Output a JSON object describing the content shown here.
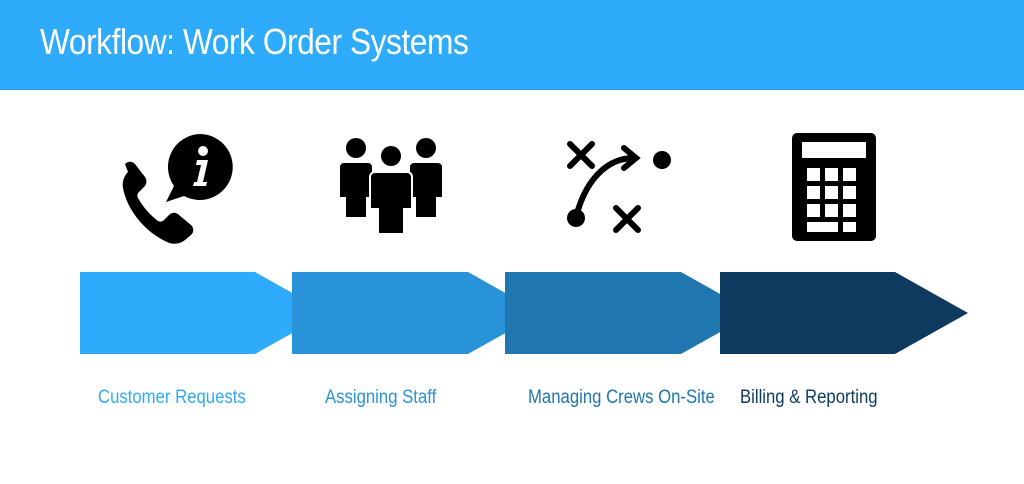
{
  "header": {
    "title": "Workflow: Work Order Systems",
    "background": "#2eabfa"
  },
  "steps": [
    {
      "label": "Customer Requests",
      "icon": "phone-info-icon",
      "color": "#2eabfa"
    },
    {
      "label": "Assigning Staff",
      "icon": "team-icon",
      "color": "#2893d9"
    },
    {
      "label": "Managing Crews On-Site",
      "icon": "playbook-strategy-icon",
      "color": "#2076ae"
    },
    {
      "label": "Billing & Reporting",
      "icon": "calculator-icon",
      "color": "#0d3a5e"
    }
  ]
}
